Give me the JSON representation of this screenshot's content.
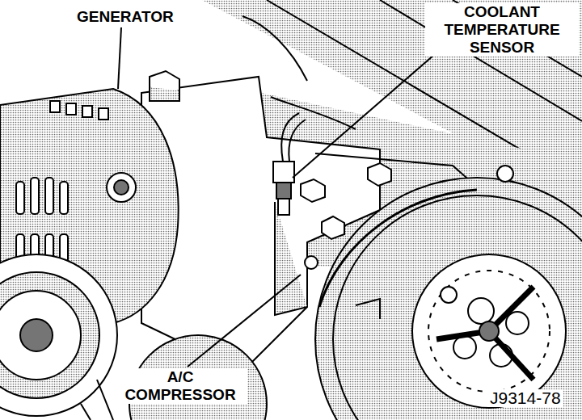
{
  "diagram": {
    "labels": [
      "GENERATOR",
      "COOLANT TEMPERATURE SENSOR",
      "A/C COMPRESSOR",
      "J9314-78"
    ]
  }
}
